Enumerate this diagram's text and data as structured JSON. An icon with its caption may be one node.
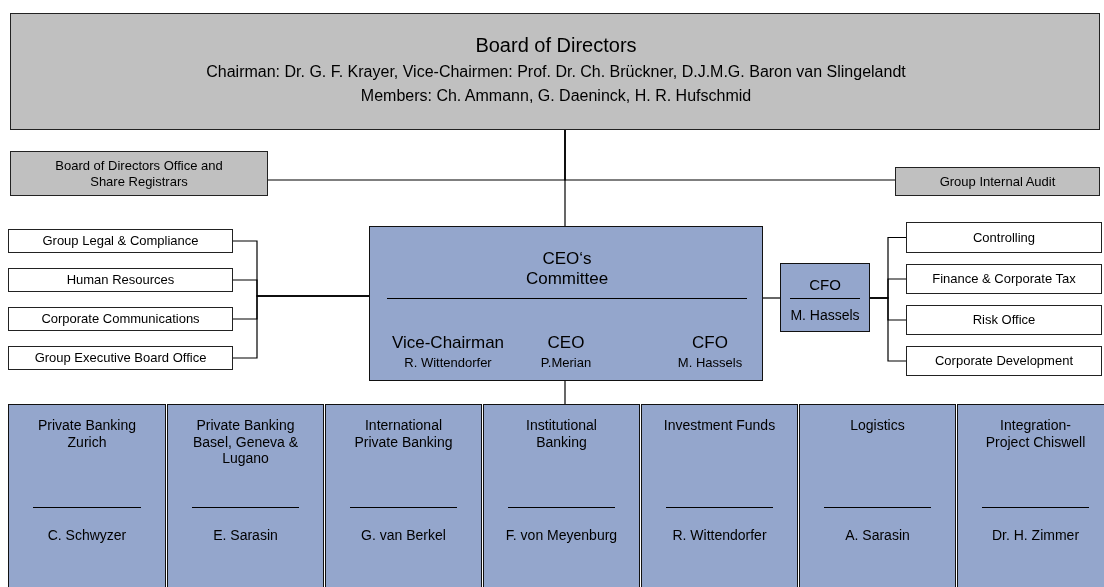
{
  "diagram": {
    "nodes": [
      {
        "text": [
          "Board of Directors",
          "Chairman: Dr. G. F. Krayer, Vice-Chairmen: Prof. Dr. Ch. Brückner, D.J.M.G. Baron van Slingelandt",
          "Members: Ch. Ammann, G. Daeninck, H. R. Hufschmid"
        ]
      },
      {
        "text": [
          "Board of Directors Office and Share Registrars"
        ]
      },
      {
        "text": [
          "Group Internal Audit"
        ]
      },
      {
        "text": [
          "Group Legal & Compliance"
        ]
      },
      {
        "text": [
          "Human Resources"
        ]
      },
      {
        "text": [
          "Corporate Communications"
        ]
      },
      {
        "text": [
          "Group Executive Board Office"
        ]
      },
      {
        "text": [
          "CEO‘s Committee",
          "Vice-Chairman",
          "R. Wittendorfer",
          "CEO",
          "P.Merian",
          "CFO",
          "M. Hassels"
        ]
      },
      {
        "text": [
          "CFO",
          "M. Hassels"
        ]
      },
      {
        "text": [
          "Controlling"
        ]
      },
      {
        "text": [
          "Finance & Corporate Tax"
        ]
      },
      {
        "text": [
          "Risk Office"
        ]
      },
      {
        "text": [
          "Corporate Development"
        ]
      },
      {
        "text": [
          "Private Banking Zurich",
          "C. Schwyzer"
        ]
      },
      {
        "text": [
          "Private Banking Basel, Geneva & Lugano",
          "E. Sarasin"
        ]
      },
      {
        "text": [
          "International Private Banking",
          "G. van Berkel"
        ]
      },
      {
        "text": [
          "Institutional Banking",
          "F. von Meyenburg"
        ]
      },
      {
        "text": [
          "Investment Funds",
          "R. Wittendorfer"
        ]
      },
      {
        "text": [
          "Logistics",
          "A. Sarasin"
        ]
      },
      {
        "text": [
          "Integration-Project Chiswell",
          "Dr. H. Zimmer"
        ]
      }
    ],
    "edges": [
      {
        "from": 0,
        "to": 7,
        "arrow": "none"
      },
      {
        "from": 0,
        "to": 1,
        "arrow": "none"
      },
      {
        "from": 0,
        "to": 2,
        "arrow": "none"
      },
      {
        "from": 3,
        "to": 7,
        "arrow": "none"
      },
      {
        "from": 4,
        "to": 7,
        "arrow": "none"
      },
      {
        "from": 5,
        "to": 7,
        "arrow": "none"
      },
      {
        "from": 6,
        "to": 7,
        "arrow": "none"
      },
      {
        "from": 7,
        "to": 8,
        "arrow": "none"
      },
      {
        "from": 8,
        "to": 9,
        "arrow": "none"
      },
      {
        "from": 8,
        "to": 10,
        "arrow": "none"
      },
      {
        "from": 8,
        "to": 11,
        "arrow": "none"
      },
      {
        "from": 8,
        "to": 12,
        "arrow": "none"
      },
      {
        "from": 7,
        "to": 16,
        "arrow": "none"
      }
    ]
  }
}
